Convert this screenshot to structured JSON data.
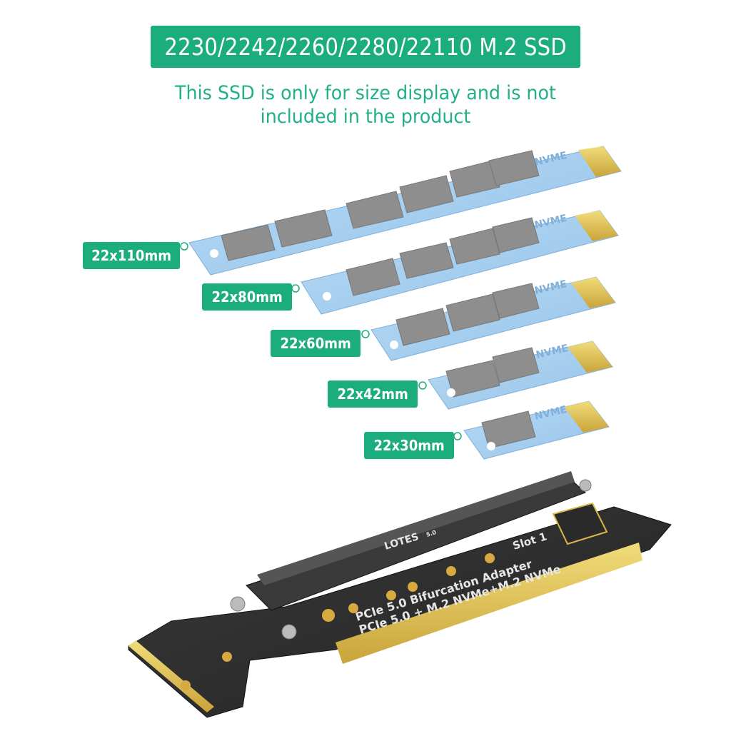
{
  "header": {
    "banner_text": "2230/2242/2260/2280/22110 M.2 SSD",
    "note_line1": "This SSD is only for size display and is not",
    "note_line2": "included in the product"
  },
  "ssd_sizes": [
    {
      "label": "22x110mm",
      "chip_label": "NVME"
    },
    {
      "label": "22x80mm",
      "chip_label": "NVME"
    },
    {
      "label": "22x60mm",
      "chip_label": "NVME"
    },
    {
      "label": "22x42mm",
      "chip_label": "NVME"
    },
    {
      "label": "22x30mm",
      "chip_label": "NVME"
    }
  ],
  "adapter": {
    "riser_brand": "LOTES",
    "riser_version": "5.0",
    "slot_label": "Slot 1",
    "line1": "PCIe 5.0 Bifurcation Adapter",
    "line2": "PCIe 5.0 + M.2 NVMe+M.2 NVMe"
  },
  "colors": {
    "accent": "#1cad7e",
    "note_text": "#21b088",
    "ssd_board": "#a9cfee",
    "ssd_chip": "#9a9a9a",
    "gold_finger": "#d9b94a",
    "pcb": "#2e2e2e"
  }
}
